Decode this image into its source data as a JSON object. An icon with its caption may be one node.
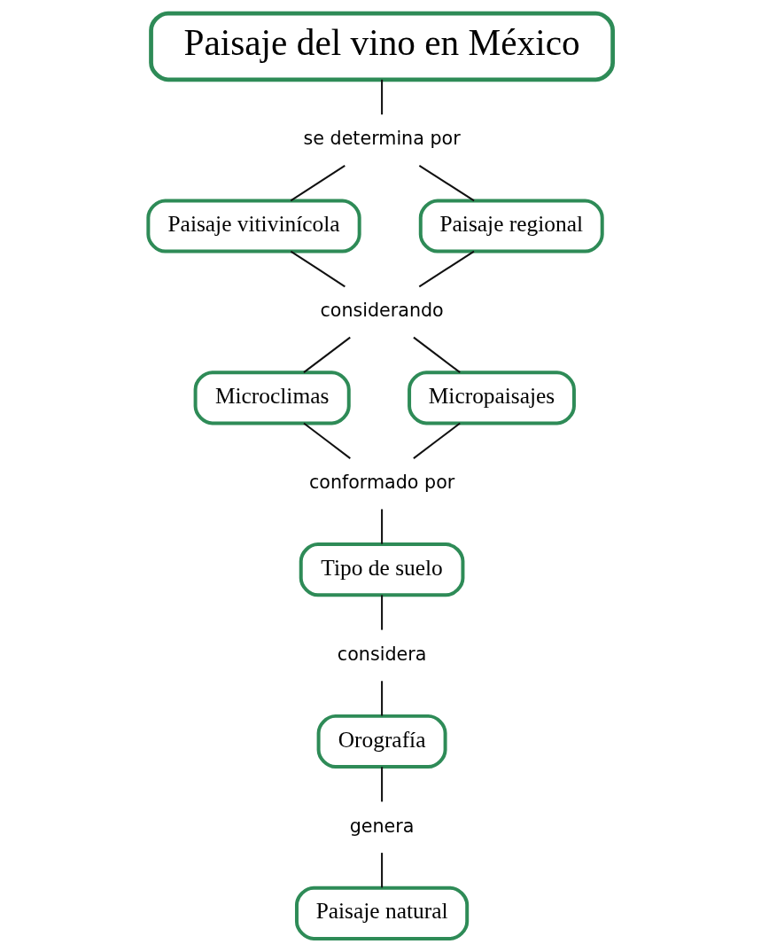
{
  "diagram": {
    "nodes": [
      {
        "text": [
          "Paisaje del vino en México"
        ]
      },
      {
        "text": [
          "se determina por"
        ]
      },
      {
        "text": [
          "Paisaje vitivinícola"
        ]
      },
      {
        "text": [
          "Paisaje regional"
        ]
      },
      {
        "text": [
          "considerando"
        ]
      },
      {
        "text": [
          "Microclimas"
        ]
      },
      {
        "text": [
          "Micropaisajes"
        ]
      },
      {
        "text": [
          "conformado por"
        ]
      },
      {
        "text": [
          "Tipo de suelo"
        ]
      },
      {
        "text": [
          "considera"
        ]
      },
      {
        "text": [
          "Orografía"
        ]
      },
      {
        "text": [
          "genera"
        ]
      },
      {
        "text": [
          "Paisaje natural"
        ]
      }
    ],
    "edges": [
      {
        "from": 0,
        "to": 1,
        "arrow": "none"
      },
      {
        "from": 1,
        "to": 2,
        "arrow": "none"
      },
      {
        "from": 1,
        "to": 3,
        "arrow": "none"
      },
      {
        "from": 2,
        "to": 4,
        "arrow": "none"
      },
      {
        "from": 3,
        "to": 4,
        "arrow": "none"
      },
      {
        "from": 4,
        "to": 5,
        "arrow": "none"
      },
      {
        "from": 4,
        "to": 6,
        "arrow": "none"
      },
      {
        "from": 5,
        "to": 7,
        "arrow": "none"
      },
      {
        "from": 6,
        "to": 7,
        "arrow": "none"
      },
      {
        "from": 7,
        "to": 8,
        "arrow": "none"
      },
      {
        "from": 8,
        "to": 9,
        "arrow": "none"
      },
      {
        "from": 9,
        "to": 10,
        "arrow": "none"
      },
      {
        "from": 10,
        "to": 11,
        "arrow": "none"
      },
      {
        "from": 11,
        "to": 12,
        "arrow": "none"
      }
    ]
  }
}
